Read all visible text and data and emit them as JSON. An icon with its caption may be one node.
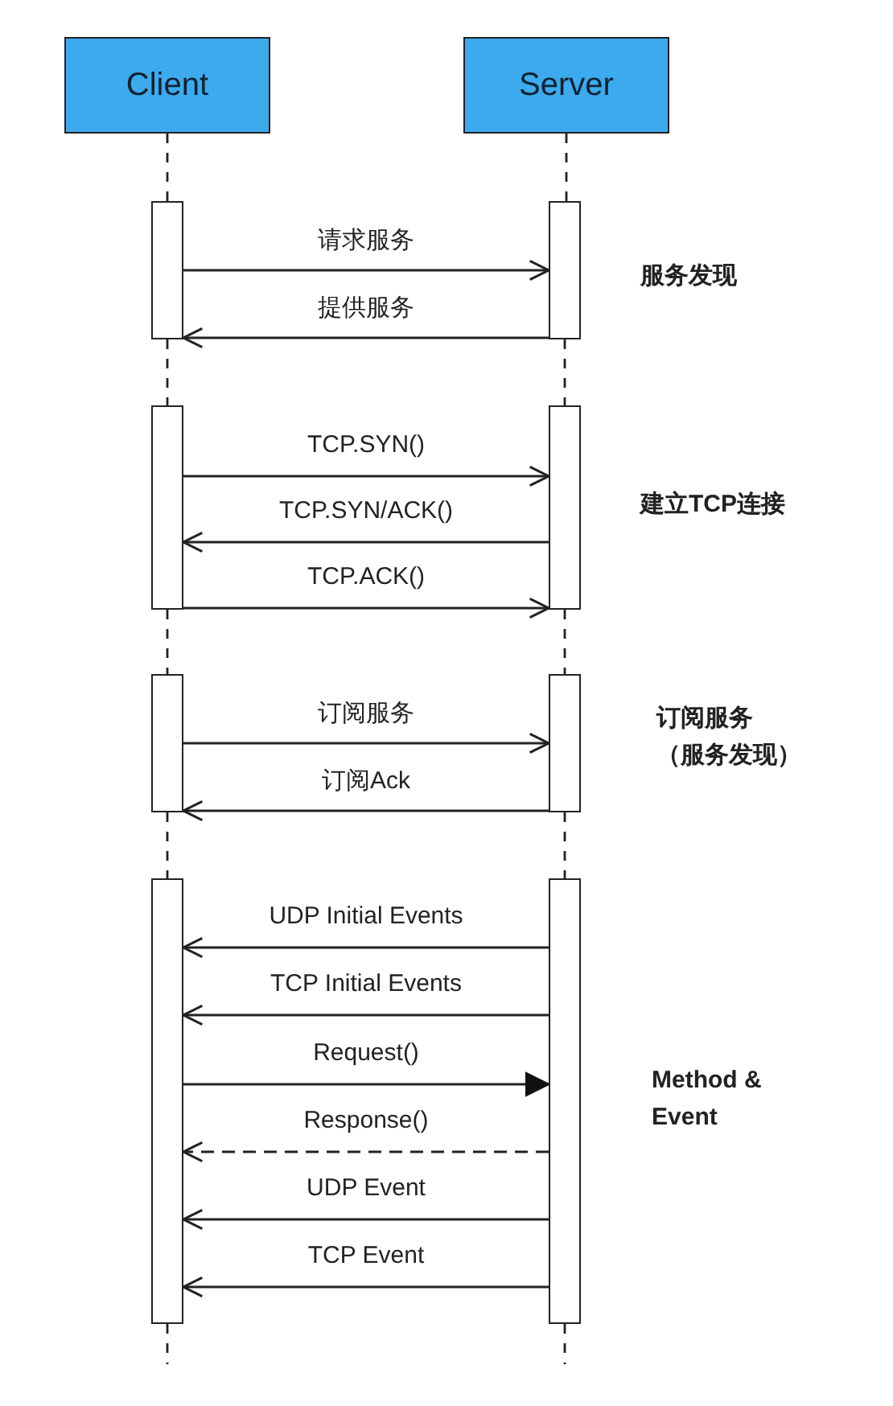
{
  "diagram": {
    "nodes": [
      {
        "text": [
          "Client"
        ]
      },
      {
        "text": [
          "Server"
        ]
      },
      {
        "text": [],
        "shape": "bar"
      },
      {
        "text": [],
        "shape": "bar"
      },
      {
        "text": [],
        "shape": "bar"
      },
      {
        "text": [],
        "shape": "bar"
      },
      {
        "text": [],
        "shape": "bar"
      },
      {
        "text": [],
        "shape": "bar"
      },
      {
        "text": [],
        "shape": "bar"
      },
      {
        "text": [],
        "shape": "bar"
      }
    ],
    "edges": [
      {
        "from": 2,
        "to": 3,
        "arrow": "to",
        "label": "请求服务"
      },
      {
        "from": 3,
        "to": 2,
        "arrow": "to",
        "label": "提供服务"
      },
      {
        "from": 4,
        "to": 5,
        "arrow": "to",
        "label": "TCP.SYN()"
      },
      {
        "from": 5,
        "to": 4,
        "arrow": "to",
        "label": "TCP.SYN/ACK()"
      },
      {
        "from": 4,
        "to": 5,
        "arrow": "to",
        "label": "TCP.ACK()"
      },
      {
        "from": 6,
        "to": 7,
        "arrow": "to",
        "label": "订阅服务"
      },
      {
        "from": 7,
        "to": 6,
        "arrow": "to",
        "label": "订阅Ack"
      },
      {
        "from": 9,
        "to": 8,
        "arrow": "to",
        "label": "UDP Initial Events"
      },
      {
        "from": 9,
        "to": 8,
        "arrow": "to",
        "label": "TCP Initial Events"
      },
      {
        "from": 8,
        "to": 9,
        "arrow": "to",
        "label": "Request()"
      },
      {
        "from": 9,
        "to": 8,
        "arrow": "to",
        "label": "Response()",
        "style": "dashed"
      },
      {
        "from": 9,
        "to": 8,
        "arrow": "to",
        "label": "UDP Event"
      },
      {
        "from": 9,
        "to": 8,
        "arrow": "to",
        "label": "TCP Event"
      },
      {
        "from": 0,
        "to": 2,
        "arrow": "none",
        "style": "dashed"
      },
      {
        "from": 2,
        "to": 4,
        "arrow": "none",
        "style": "dashed"
      },
      {
        "from": 4,
        "to": 6,
        "arrow": "none",
        "style": "dashed"
      },
      {
        "from": 6,
        "to": 8,
        "arrow": "none",
        "style": "dashed"
      },
      {
        "from": 8,
        "to": null,
        "arrow": "none",
        "style": "dashed"
      },
      {
        "from": 1,
        "to": 3,
        "arrow": "none",
        "style": "dashed"
      },
      {
        "from": 3,
        "to": 5,
        "arrow": "none",
        "style": "dashed"
      },
      {
        "from": 5,
        "to": 7,
        "arrow": "none",
        "style": "dashed"
      },
      {
        "from": 7,
        "to": 9,
        "arrow": "none",
        "style": "dashed"
      },
      {
        "from": 9,
        "to": null,
        "arrow": "none",
        "style": "dashed"
      }
    ],
    "labels": [
      "服务发现",
      "建立TCP连接",
      "订阅服务（服务发现）",
      "Method & Event"
    ]
  }
}
